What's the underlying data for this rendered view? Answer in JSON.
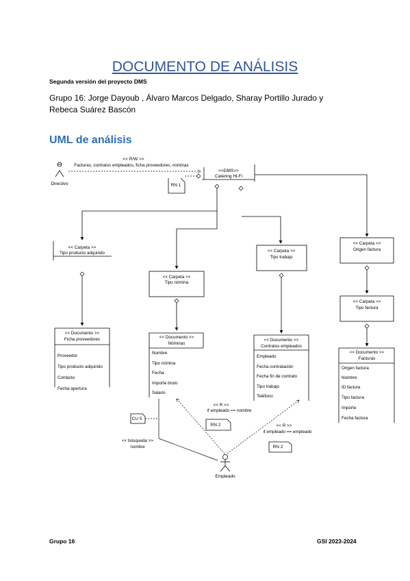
{
  "document": {
    "title": "DOCUMENTO DE ANÁLISIS",
    "subtitle": "Segunda versión del proyecto DMS",
    "authors_line1": "Grupo 16: Jorge Dayoub , Álvaro Marcos Delgado, Sharay Portillo Jurado y",
    "authors_line2": "Rebeca Suárez Bascón",
    "section_heading": "UML de análisis"
  },
  "diagram": {
    "actor_directivo": "Directivo",
    "actor_empleado": "Empleado",
    "rw_stereotype": "<< R/W >>",
    "rw_label": "Facturas, contratos empleados, ficha proveedores, nominas",
    "dms_stereotype": "<<DMS>>",
    "dms_name": "Catering Hi-Fi",
    "rn1": "RN 1",
    "rn2a": "RN 2",
    "rn2b": "RN 2",
    "cu5": "CU 5",
    "r_left_stereo": "<< R >>",
    "r_left_cond": "if empleado == nombre",
    "r_right_stereo": "<< R >>",
    "r_right_cond": "if empleado == empleado",
    "busqueda_stereo": "<< búsqueda >>",
    "busqueda_attr": "nombre",
    "carpeta_producto_stereo": "<< Carpeta >>",
    "carpeta_producto_name": "Tipo producto adquirido",
    "carpeta_nomina_stereo": "<< Carpeta >>",
    "carpeta_nomina_name": "Tipo nómina",
    "carpeta_trabajo_stereo": "<< Carpeta >>",
    "carpeta_trabajo_name": "Tipo trabajo",
    "carpeta_origen_stereo": "<< Carpeta >>",
    "carpeta_origen_name": "Origen factura",
    "carpeta_tipofactura_stereo": "<< Carpeta >>",
    "carpeta_tipofactura_name": "Tipo factura",
    "doc_ficha_stereo": "<< Documento >>",
    "doc_ficha_name": "Ficha proveedores",
    "doc_ficha_attrs": [
      "Proveedor",
      "Tipo producto adquirido",
      "Contacto",
      "Fecha apertura"
    ],
    "doc_nominas_stereo": "<< Documento >>",
    "doc_nominas_name": "Nóminas",
    "doc_nominas_attrs": [
      "Nombre",
      "Tipo nómina",
      "Fecha",
      "Importe bruto",
      "Salario"
    ],
    "doc_contratos_stereo": "<< Documento >>",
    "doc_contratos_name": "Contratos empleados",
    "doc_contratos_attrs": [
      "Empleado",
      "Fecha contratación",
      "Fecha fin de contrato",
      "Tipo trabajo",
      "Teléfono"
    ],
    "doc_facturas_stereo": "<< Documento >>",
    "doc_facturas_name": "Facturas",
    "doc_facturas_attrs": [
      "Origen factura",
      "Nombre",
      "ID factura",
      "Tipo factura",
      "Importe",
      "Fecha factura"
    ]
  },
  "footer": {
    "left": "Grupo 16",
    "right": "GSI 2023-2024"
  }
}
